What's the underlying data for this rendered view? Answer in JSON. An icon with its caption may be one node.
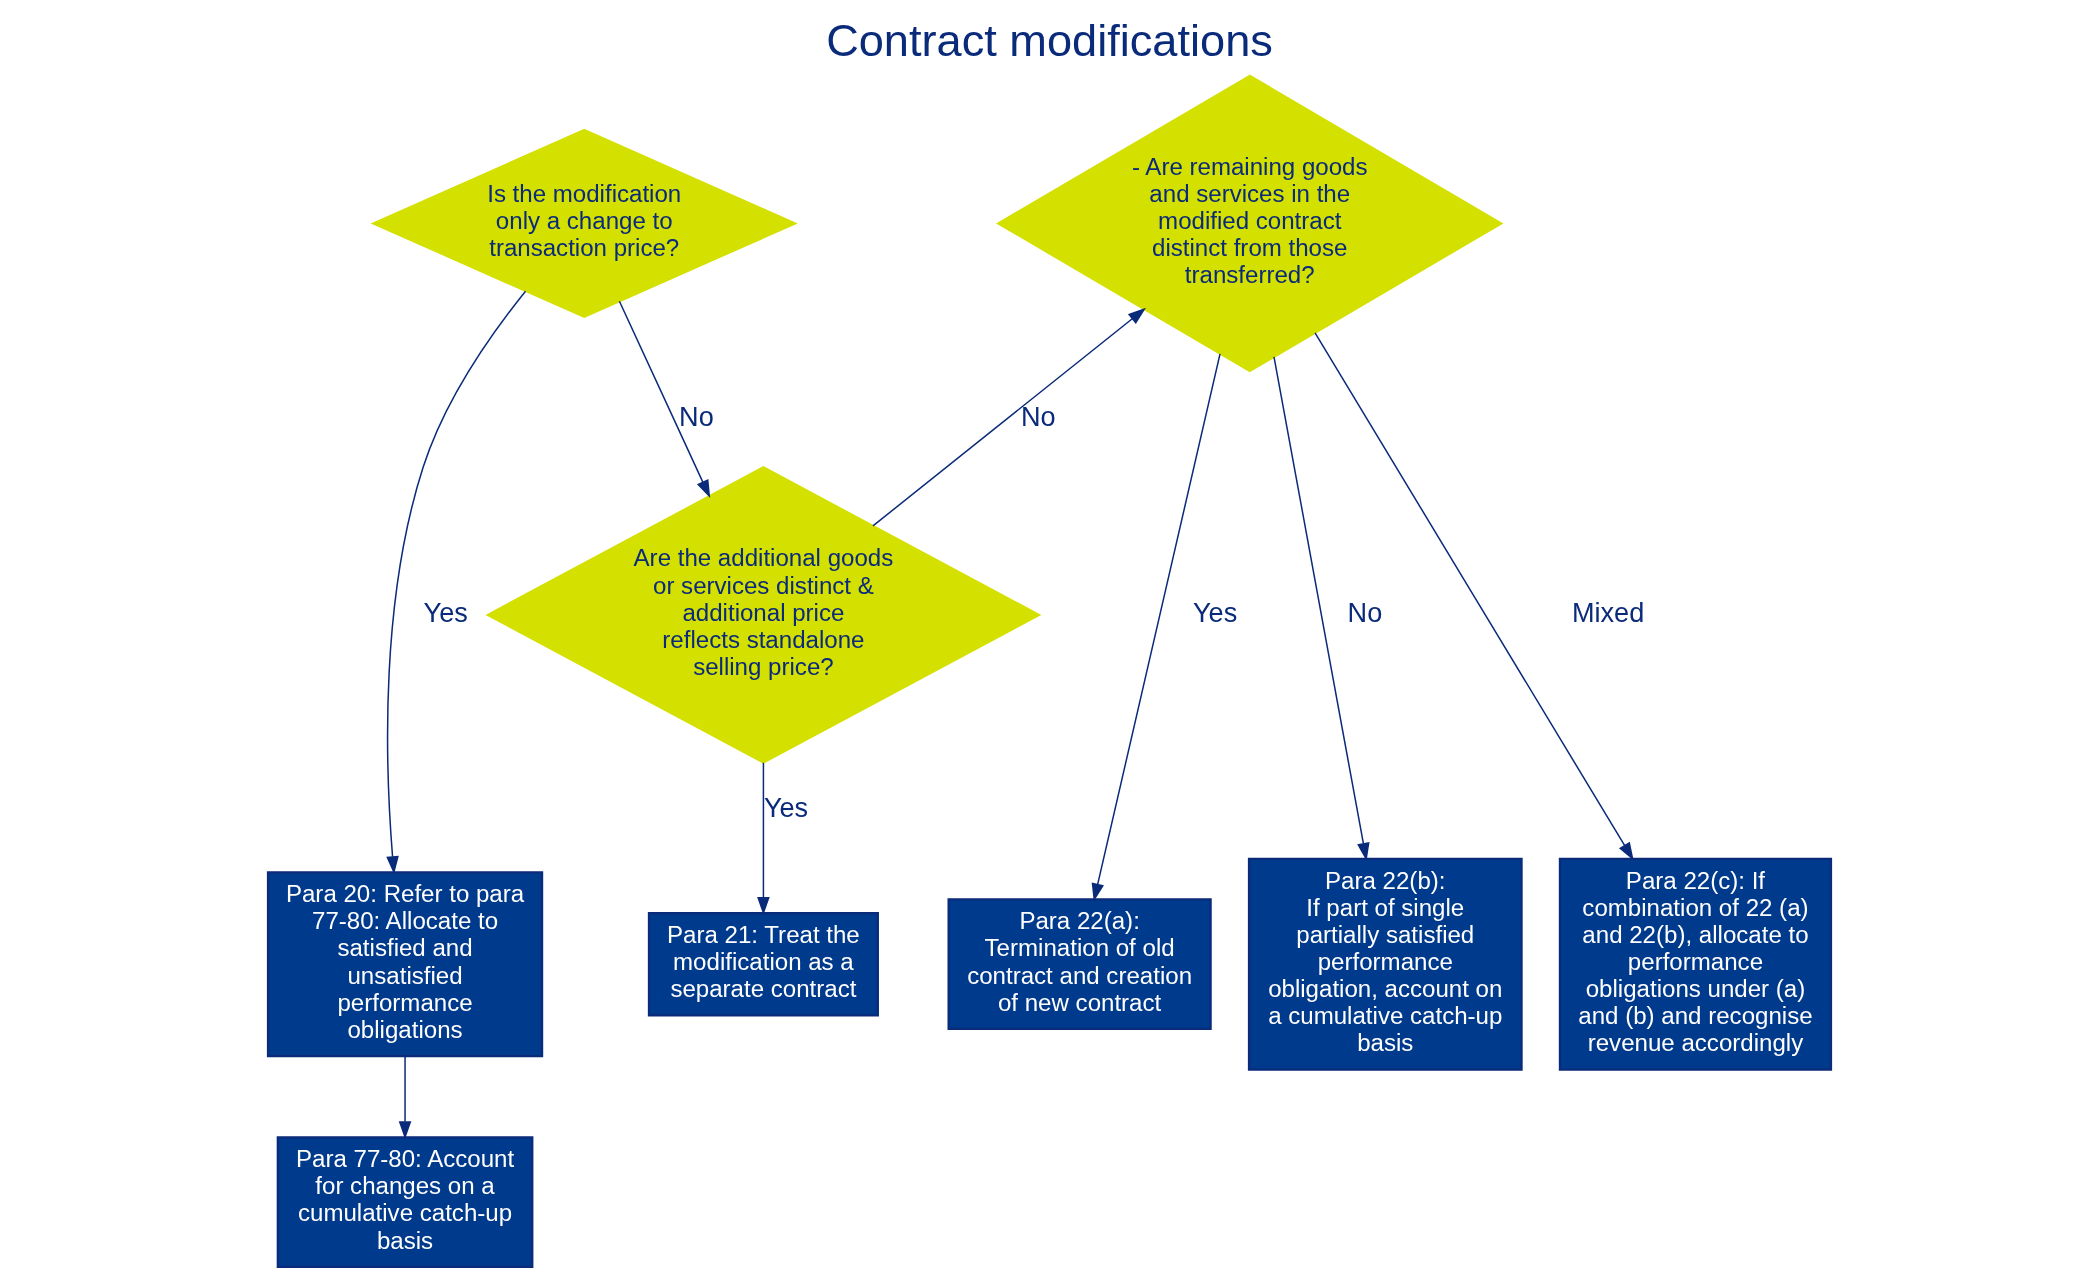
{
  "diagram": {
    "title": "Contract modifications",
    "nodes": [
      {
        "text": [
          "Is the modification only a change to transaction price?"
        ]
      },
      {
        "text": [
          "Are the additional goods or services distinct & additional price reflects standalone selling price?"
        ]
      },
      {
        "text": [
          "- Are remaining goods and services in the modified contract distinct from those transferred?"
        ]
      },
      {
        "text": [
          "Para 20: Refer to para 77-80: Allocate to satisfied and unsatisfied performance obligations"
        ]
      },
      {
        "text": [
          "Para 77-80: Account for changes on a cumulative catch-up basis"
        ]
      },
      {
        "text": [
          "Para 21: Treat the modification as a separate contract"
        ]
      },
      {
        "text": [
          "Para 22(a): Termination of old contract and creation of new contract"
        ]
      },
      {
        "text": [
          "Para 22(b):",
          "If part of single partially satisfied performance obligation, account on a cumulative catch-up basis"
        ]
      },
      {
        "text": [
          "Para 22(c): If combination of 22 (a) and 22(b), allocate to performance obligations under (a) and (b) and recognise revenue accordingly"
        ]
      }
    ],
    "edges": [
      {
        "from": 0,
        "to": 3,
        "arrow": "to",
        "label": "Yes"
      },
      {
        "from": 0,
        "to": 1,
        "arrow": "to",
        "label": "No"
      },
      {
        "from": 1,
        "to": 5,
        "arrow": "to",
        "label": "Yes"
      },
      {
        "from": 1,
        "to": 2,
        "arrow": "to",
        "label": "No"
      },
      {
        "from": 3,
        "to": 4,
        "arrow": "to"
      },
      {
        "from": 2,
        "to": 6,
        "arrow": "to",
        "label": "Yes"
      },
      {
        "from": 2,
        "to": 7,
        "arrow": "to",
        "label": "No"
      },
      {
        "from": 2,
        "to": 8,
        "arrow": "to",
        "label": "Mixed"
      }
    ]
  }
}
